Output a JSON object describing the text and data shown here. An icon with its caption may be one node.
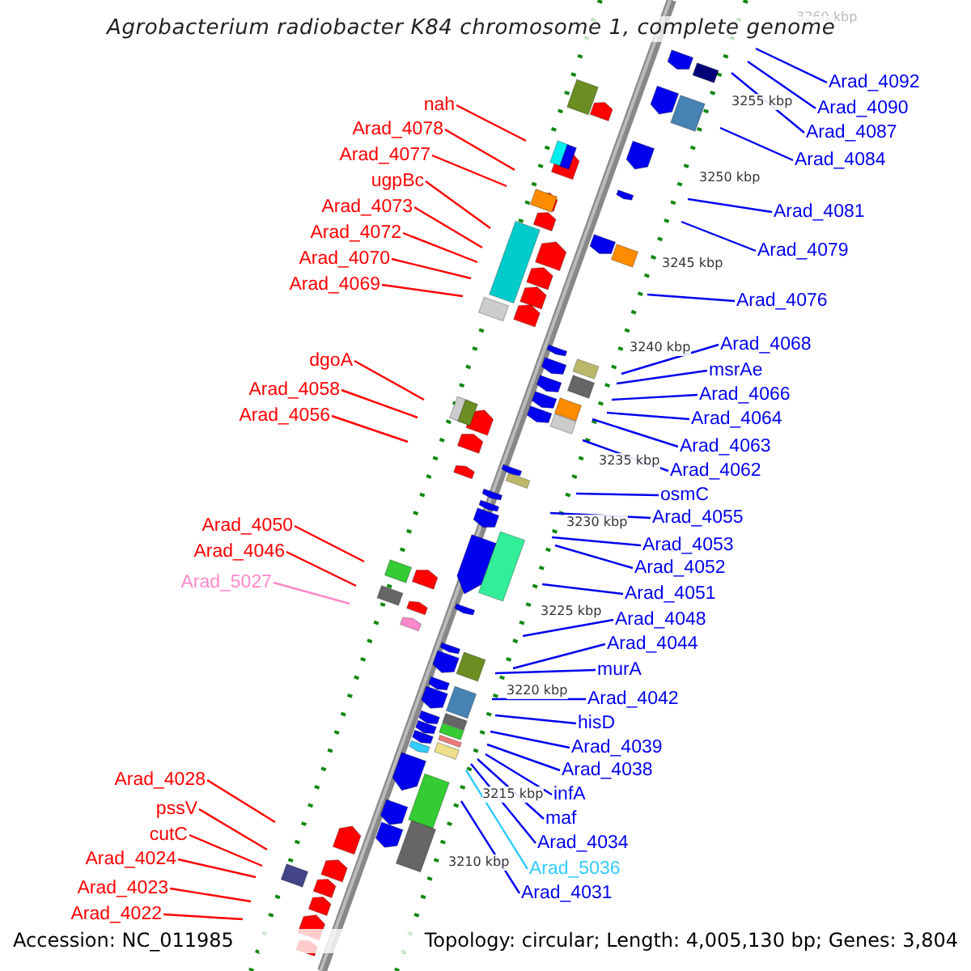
{
  "diagram": {
    "title": "Agrobacterium radiobacter K84 chromosome 1, complete genome",
    "nodes": [
      {
        "text": [
          "nah"
        ]
      },
      {
        "text": [
          "Arad_4078"
        ]
      },
      {
        "text": [
          "Arad_4077"
        ]
      },
      {
        "text": [
          "ugpBc"
        ]
      },
      {
        "text": [
          "Arad_4073"
        ]
      },
      {
        "text": [
          "Arad_4072"
        ]
      },
      {
        "text": [
          "Arad_4070"
        ]
      },
      {
        "text": [
          "Arad_4069"
        ]
      },
      {
        "text": [
          "dgoA"
        ]
      },
      {
        "text": [
          "Arad_4058"
        ]
      },
      {
        "text": [
          "Arad_4056"
        ]
      },
      {
        "text": [
          "Arad_4050"
        ]
      },
      {
        "text": [
          "Arad_4046"
        ]
      },
      {
        "text": [
          "Arad_5027"
        ]
      },
      {
        "text": [
          "Arad_4028"
        ]
      },
      {
        "text": [
          "pssV"
        ]
      },
      {
        "text": [
          "cutC"
        ]
      },
      {
        "text": [
          "Arad_4024"
        ]
      },
      {
        "text": [
          "Arad_4023"
        ]
      },
      {
        "text": [
          "Arad_4022"
        ]
      },
      {
        "text": [
          "Arad_4092"
        ]
      },
      {
        "text": [
          "Arad_4090"
        ]
      },
      {
        "text": [
          "Arad_4087"
        ]
      },
      {
        "text": [
          "Arad_4084"
        ]
      },
      {
        "text": [
          "Arad_4081"
        ]
      },
      {
        "text": [
          "Arad_4079"
        ]
      },
      {
        "text": [
          "Arad_4076"
        ]
      },
      {
        "text": [
          "Arad_4068"
        ]
      },
      {
        "text": [
          "msrAe"
        ]
      },
      {
        "text": [
          "Arad_4066"
        ]
      },
      {
        "text": [
          "Arad_4064"
        ]
      },
      {
        "text": [
          "Arad_4063"
        ]
      },
      {
        "text": [
          "Arad_4062"
        ]
      },
      {
        "text": [
          "osmC"
        ]
      },
      {
        "text": [
          "Arad_4055"
        ]
      },
      {
        "text": [
          "Arad_4053"
        ]
      },
      {
        "text": [
          "Arad_4052"
        ]
      },
      {
        "text": [
          "Arad_4051"
        ]
      },
      {
        "text": [
          "Arad_4048"
        ]
      },
      {
        "text": [
          "Arad_4044"
        ]
      },
      {
        "text": [
          "murA"
        ]
      },
      {
        "text": [
          "Arad_4042"
        ]
      },
      {
        "text": [
          "hisD"
        ]
      },
      {
        "text": [
          "Arad_4039"
        ]
      },
      {
        "text": [
          "Arad_4038"
        ]
      },
      {
        "text": [
          "infA"
        ]
      },
      {
        "text": [
          "maf"
        ]
      },
      {
        "text": [
          "Arad_4034"
        ]
      },
      {
        "text": [
          "Arad_5036"
        ]
      },
      {
        "text": [
          "Arad_4031"
        ]
      }
    ],
    "edges": [
      {
        "from": 0,
        "to": null,
        "arrow": "none",
        "color": "#ff0000"
      },
      {
        "from": 1,
        "to": null,
        "arrow": "none",
        "color": "#ff0000"
      },
      {
        "from": 2,
        "to": null,
        "arrow": "none",
        "color": "#ff0000"
      },
      {
        "from": 3,
        "to": null,
        "arrow": "none",
        "color": "#ff0000"
      },
      {
        "from": 4,
        "to": null,
        "arrow": "none",
        "color": "#ff0000"
      },
      {
        "from": 5,
        "to": null,
        "arrow": "none",
        "color": "#ff0000"
      },
      {
        "from": 6,
        "to": null,
        "arrow": "none",
        "color": "#ff0000"
      },
      {
        "from": 7,
        "to": null,
        "arrow": "none",
        "color": "#ff0000"
      },
      {
        "from": 8,
        "to": null,
        "arrow": "none",
        "color": "#ff0000"
      },
      {
        "from": 9,
        "to": null,
        "arrow": "none",
        "color": "#ff0000"
      },
      {
        "from": 10,
        "to": null,
        "arrow": "none",
        "color": "#ff0000"
      },
      {
        "from": 11,
        "to": null,
        "arrow": "none",
        "color": "#ff0000"
      },
      {
        "from": 12,
        "to": null,
        "arrow": "none",
        "color": "#ff0000"
      },
      {
        "from": 13,
        "to": null,
        "arrow": "none",
        "color": "#ff88cc"
      },
      {
        "from": 14,
        "to": null,
        "arrow": "none",
        "color": "#ff0000"
      },
      {
        "from": 15,
        "to": null,
        "arrow": "none",
        "color": "#ff0000"
      },
      {
        "from": 16,
        "to": null,
        "arrow": "none",
        "color": "#ff0000"
      },
      {
        "from": 17,
        "to": null,
        "arrow": "none",
        "color": "#ff0000"
      },
      {
        "from": 18,
        "to": null,
        "arrow": "none",
        "color": "#ff0000"
      },
      {
        "from": 19,
        "to": null,
        "arrow": "none",
        "color": "#ff0000"
      },
      {
        "from": 20,
        "to": null,
        "arrow": "none"
      },
      {
        "from": 21,
        "to": null,
        "arrow": "none"
      },
      {
        "from": 22,
        "to": null,
        "arrow": "none"
      },
      {
        "from": 23,
        "to": null,
        "arrow": "none"
      },
      {
        "from": 24,
        "to": null,
        "arrow": "none"
      },
      {
        "from": 25,
        "to": null,
        "arrow": "none"
      },
      {
        "from": 26,
        "to": null,
        "arrow": "none"
      },
      {
        "from": 27,
        "to": null,
        "arrow": "none"
      },
      {
        "from": 28,
        "to": null,
        "arrow": "none"
      },
      {
        "from": 29,
        "to": null,
        "arrow": "none"
      },
      {
        "from": 30,
        "to": null,
        "arrow": "none"
      },
      {
        "from": 31,
        "to": null,
        "arrow": "none"
      },
      {
        "from": 32,
        "to": null,
        "arrow": "none"
      },
      {
        "from": 33,
        "to": null,
        "arrow": "none"
      },
      {
        "from": 34,
        "to": null,
        "arrow": "none"
      },
      {
        "from": 35,
        "to": null,
        "arrow": "none"
      },
      {
        "from": 36,
        "to": null,
        "arrow": "none"
      },
      {
        "from": 37,
        "to": null,
        "arrow": "none"
      },
      {
        "from": 38,
        "to": null,
        "arrow": "none"
      },
      {
        "from": 39,
        "to": null,
        "arrow": "none"
      },
      {
        "from": 40,
        "to": null,
        "arrow": "none"
      },
      {
        "from": 41,
        "to": null,
        "arrow": "none"
      },
      {
        "from": 42,
        "to": null,
        "arrow": "none"
      },
      {
        "from": 43,
        "to": null,
        "arrow": "none"
      },
      {
        "from": 44,
        "to": null,
        "arrow": "none"
      },
      {
        "from": 45,
        "to": null,
        "arrow": "none"
      },
      {
        "from": 46,
        "to": null,
        "arrow": "none"
      },
      {
        "from": 47,
        "to": null,
        "arrow": "none"
      },
      {
        "from": 48,
        "to": null,
        "arrow": "none",
        "color": "#33ccff"
      },
      {
        "from": 49,
        "to": null,
        "arrow": "none"
      }
    ],
    "labels": [
      "3260 kbp",
      "3255 kbp",
      "3250 kbp",
      "3245 kbp",
      "3240 kbp",
      "3235 kbp",
      "3230 kbp",
      "3225 kbp",
      "3220 kbp",
      "3215 kbp",
      "3210 kbp",
      "Accession: NC_011985",
      "Topology: circular; Length: 4,005,130 bp; Genes: 3,804"
    ]
  }
}
